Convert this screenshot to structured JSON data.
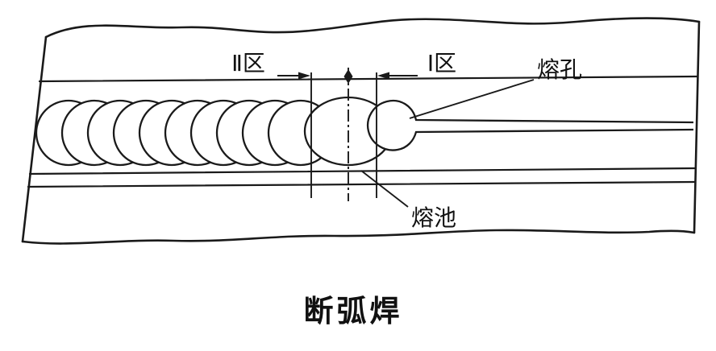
{
  "diagram": {
    "caption": "断弧焊",
    "labels": {
      "zone2": "Ⅱ区",
      "zone1": "Ⅰ区",
      "melt_hole": "熔孔",
      "weld_pool": "熔池"
    },
    "colors": {
      "line": "#1a1a1a",
      "background": "#ffffff"
    }
  }
}
